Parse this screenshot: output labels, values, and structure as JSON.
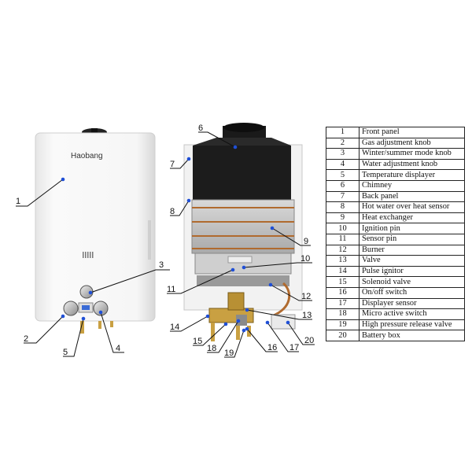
{
  "brand": "Haobang",
  "colors": {
    "leader": "#111111",
    "marker": "#1f4fd6",
    "panel": "#f4f4f4",
    "chimney": "#1a1a1a",
    "copper": "#b06a2e",
    "brass": "#c9a042"
  },
  "parts": [
    {
      "num": "1",
      "name": "Front panel"
    },
    {
      "num": "2",
      "name": "Gas adjustment knob"
    },
    {
      "num": "3",
      "name": "Winter/summer mode knob"
    },
    {
      "num": "4",
      "name": "Water adjustment knob"
    },
    {
      "num": "5",
      "name": "Temperature displayer"
    },
    {
      "num": "6",
      "name": "Chimney"
    },
    {
      "num": "7",
      "name": "Back panel"
    },
    {
      "num": "8",
      "name": "Hot water over heat sensor"
    },
    {
      "num": "9",
      "name": "Heat exchanger"
    },
    {
      "num": "10",
      "name": "Ignition pin"
    },
    {
      "num": "11",
      "name": "Sensor pin"
    },
    {
      "num": "12",
      "name": "Burner"
    },
    {
      "num": "13",
      "name": "Valve"
    },
    {
      "num": "14",
      "name": "Pulse ignitor"
    },
    {
      "num": "15",
      "name": "Solenoid valve"
    },
    {
      "num": "16",
      "name": "On/off switch"
    },
    {
      "num": "17",
      "name": "Displayer sensor"
    },
    {
      "num": "18",
      "name": "Micro active switch"
    },
    {
      "num": "19",
      "name": "High pressure release valve"
    },
    {
      "num": "20",
      "name": "Battery box"
    }
  ]
}
